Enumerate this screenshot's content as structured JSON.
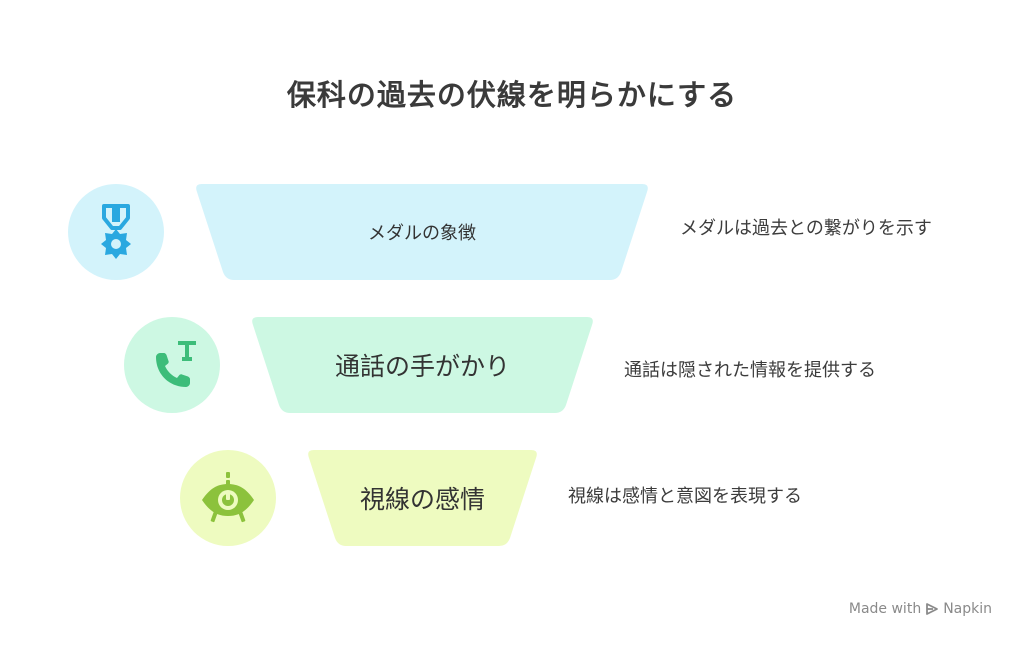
{
  "title": "保科の過去の伏線を明らかにする",
  "items": [
    {
      "label": "メダルの象徴",
      "description": "メダルは過去との繋がりを示す",
      "icon": "medal-icon",
      "fill": "#d3f3fb",
      "circle": "#d3f3fb",
      "icon_color": "#2aa8e0"
    },
    {
      "label": "通話の手がかり",
      "description": "通話は隠された情報を提供する",
      "icon": "phone-call-icon",
      "fill": "#cdf8e3",
      "circle": "#cdf8e3",
      "icon_color": "#3dbd7a"
    },
    {
      "label": "視線の感情",
      "description": "視線は感情と意図を表現する",
      "icon": "eye-icon",
      "fill": "#eefbc0",
      "circle": "#eefbc0",
      "icon_color": "#8cc23c"
    }
  ],
  "footer": {
    "made_with": "Made with",
    "brand": "Napkin"
  }
}
